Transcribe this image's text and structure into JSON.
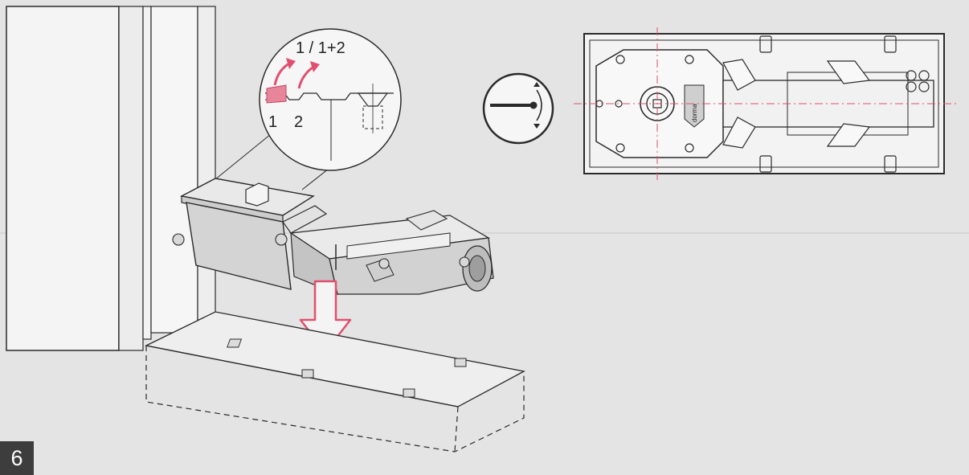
{
  "step_number": "6",
  "callout": {
    "label_top": "1 / 1+2",
    "label_left": "1",
    "label_right": "2"
  },
  "brand_mark": "dorma",
  "colors": {
    "accent": "#e0506e",
    "line": "#2a2a2a",
    "background": "#e4e4e4",
    "badge": "#3d3d3d"
  },
  "icons": {
    "rotation": "rotation-adjust-icon",
    "arrow": "insert-down-arrow-icon"
  }
}
